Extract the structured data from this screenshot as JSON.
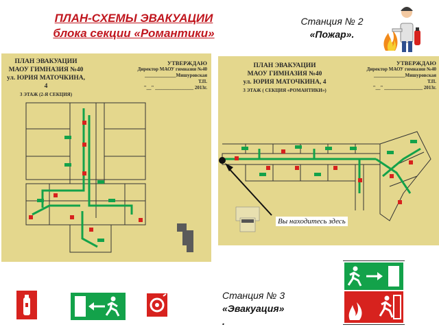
{
  "header": {
    "line1": "ПЛАН-СХЕМЫ ЭВАКУАЦИИ",
    "line2": "блока  секции  «Романтики»"
  },
  "station2": {
    "number": "Станция № 2",
    "name": "«Пожар»."
  },
  "station3": {
    "number": "Станция № 3",
    "name": "«Эвакуация»",
    "tail": "."
  },
  "plan_left": {
    "title_lines": [
      "ПЛАН ЭВАКУАЦИИ",
      "МАОУ ГИМНАЗИЯ №40",
      "ул. ЮРИЯ МАТОЧКИНА, 4"
    ],
    "floor": "3 ЭТАЖ (2-Я СЕКЦИЯ)",
    "approve": {
      "heading": "УТВЕРЖДАЮ",
      "position": "Директор МАОУ гимназия №40",
      "name": "_____________Мишуровская Т.П.",
      "date": "\"__\" ________________ 2013г."
    }
  },
  "plan_right": {
    "title_lines": [
      "ПЛАН ЭВАКУАЦИИ",
      "МАОУ ГИМНАЗИЯ №40",
      "ул. ЮРИЯ МАТОЧКИНА, 4"
    ],
    "floor": "3 ЭТАЖ ( СЕКЦИЯ «РОМАНТИКИ»)",
    "approve": {
      "heading": "УТВЕРЖДАЮ",
      "position": "Директор МАОУ гимназия №40",
      "name": "_____________Мишуровская Т.П.",
      "date": "\"__\" ________________ 2013г."
    },
    "you_are_here": "Вы находитесь здесь"
  },
  "colors": {
    "title_red": "#c0161e",
    "plan_bg": "#e4d78d",
    "exit_green": "#13a24a",
    "fire_red": "#d7221e"
  },
  "icons": [
    "firefighter-icon",
    "fire-extinguisher-icon",
    "exit-arrow-icon",
    "fire-alarm-icon",
    "emergency-exit-sign-icon",
    "fire-escape-sign-icon"
  ]
}
